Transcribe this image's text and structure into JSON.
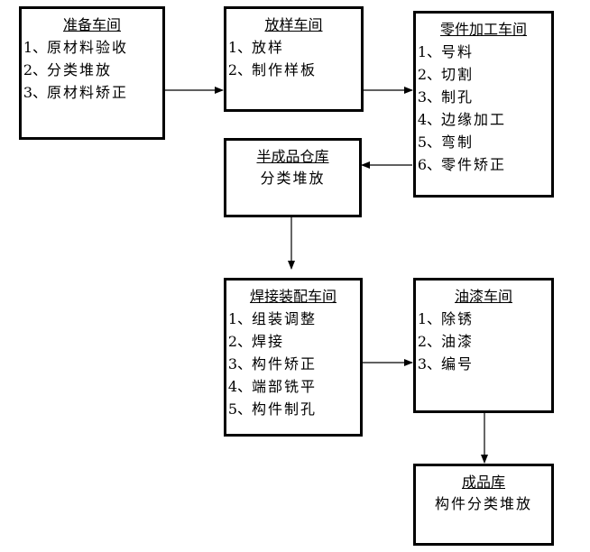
{
  "boxes": {
    "prep": {
      "title": "准备车间",
      "items": [
        {
          "num": "1、",
          "text": "原材料验收"
        },
        {
          "num": "2、",
          "text": "分类堆放"
        },
        {
          "num": "3、",
          "text": "原材料矫正"
        }
      ]
    },
    "layout": {
      "title": "放样车间",
      "items": [
        {
          "num": "1、",
          "text": "放样"
        },
        {
          "num": "2、",
          "text": "制作样板"
        }
      ]
    },
    "parts": {
      "title": "零件加工车间",
      "items": [
        {
          "num": "1、",
          "text": "号料"
        },
        {
          "num": "2、",
          "text": "切割"
        },
        {
          "num": "3、",
          "text": "制孔"
        },
        {
          "num": "4、",
          "text": "边缘加工"
        },
        {
          "num": "5、",
          "text": "弯制"
        },
        {
          "num": "6、",
          "text": "零件矫正"
        }
      ]
    },
    "semi": {
      "title": "半成品仓库",
      "subtitle": "分类堆放"
    },
    "weld": {
      "title": "焊接装配车间",
      "items": [
        {
          "num": "1、",
          "text": "组装调整"
        },
        {
          "num": "2、",
          "text": "焊接"
        },
        {
          "num": "3、",
          "text": "构件矫正"
        },
        {
          "num": "4、",
          "text": "端部铣平"
        },
        {
          "num": "5、",
          "text": "构件制孔"
        }
      ]
    },
    "paint": {
      "title": "油漆车间",
      "items": [
        {
          "num": "1、",
          "text": "除锈"
        },
        {
          "num": "2、",
          "text": "油漆"
        },
        {
          "num": "3、",
          "text": "编号"
        }
      ]
    },
    "finished": {
      "title": "成品库",
      "subtitle": "构件分类堆放"
    }
  }
}
